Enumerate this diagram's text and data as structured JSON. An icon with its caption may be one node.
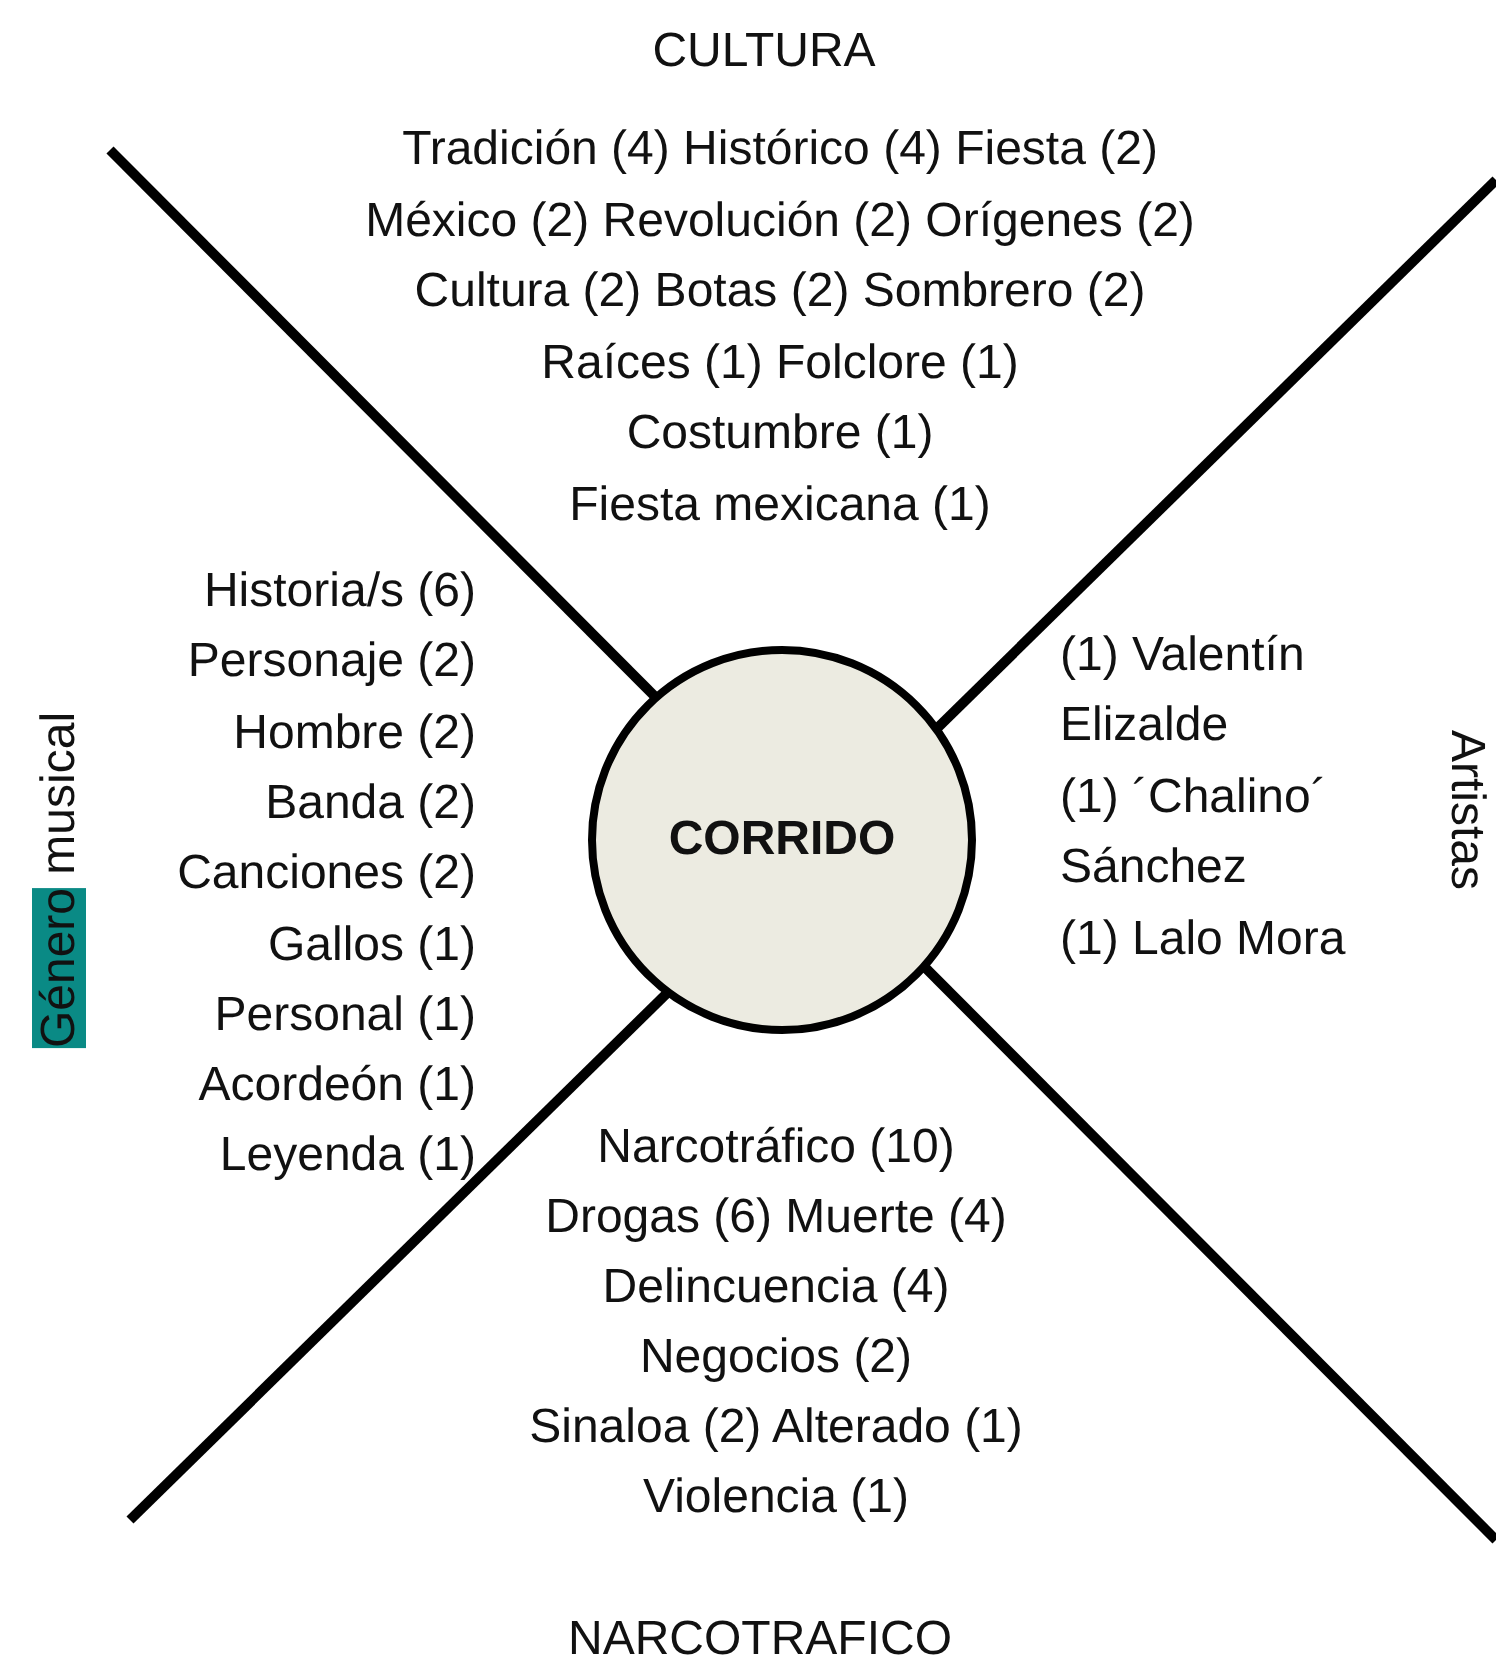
{
  "diagram": {
    "nodes": [
      {
        "text": [
          "CORRIDO"
        ]
      }
    ],
    "labels": [
      "CULTURA",
      "Tradición (4) Histórico (4) Fiesta (2)",
      "México (2) Revolución (2) Orígenes (2)",
      "Cultura (2) Botas (2) Sombrero (2)",
      "Raíces (1) Folclore (1)",
      "Costumbre (1)",
      "Fiesta mexicana (1)",
      "Género musical",
      "Historia/s (6)",
      "Personaje (2)",
      "Hombre (2)",
      "Banda (2)",
      "Canciones (2)",
      "Gallos (1)",
      "Personal (1)",
      "Acordeón (1)",
      "Leyenda (1)",
      "(1) Valentín Elizalde",
      "(1) ´Chalino´ Sánchez",
      "(1) Lalo Mora",
      "Artistas",
      "Narcotráfico (10)",
      "Drogas (6) Muerte (4)",
      "Delincuencia (4)",
      "Negocios (2)",
      "Sinaloa (2) Alterado (1)",
      "Violencia (1)",
      "NARCOTRAFICO"
    ]
  }
}
